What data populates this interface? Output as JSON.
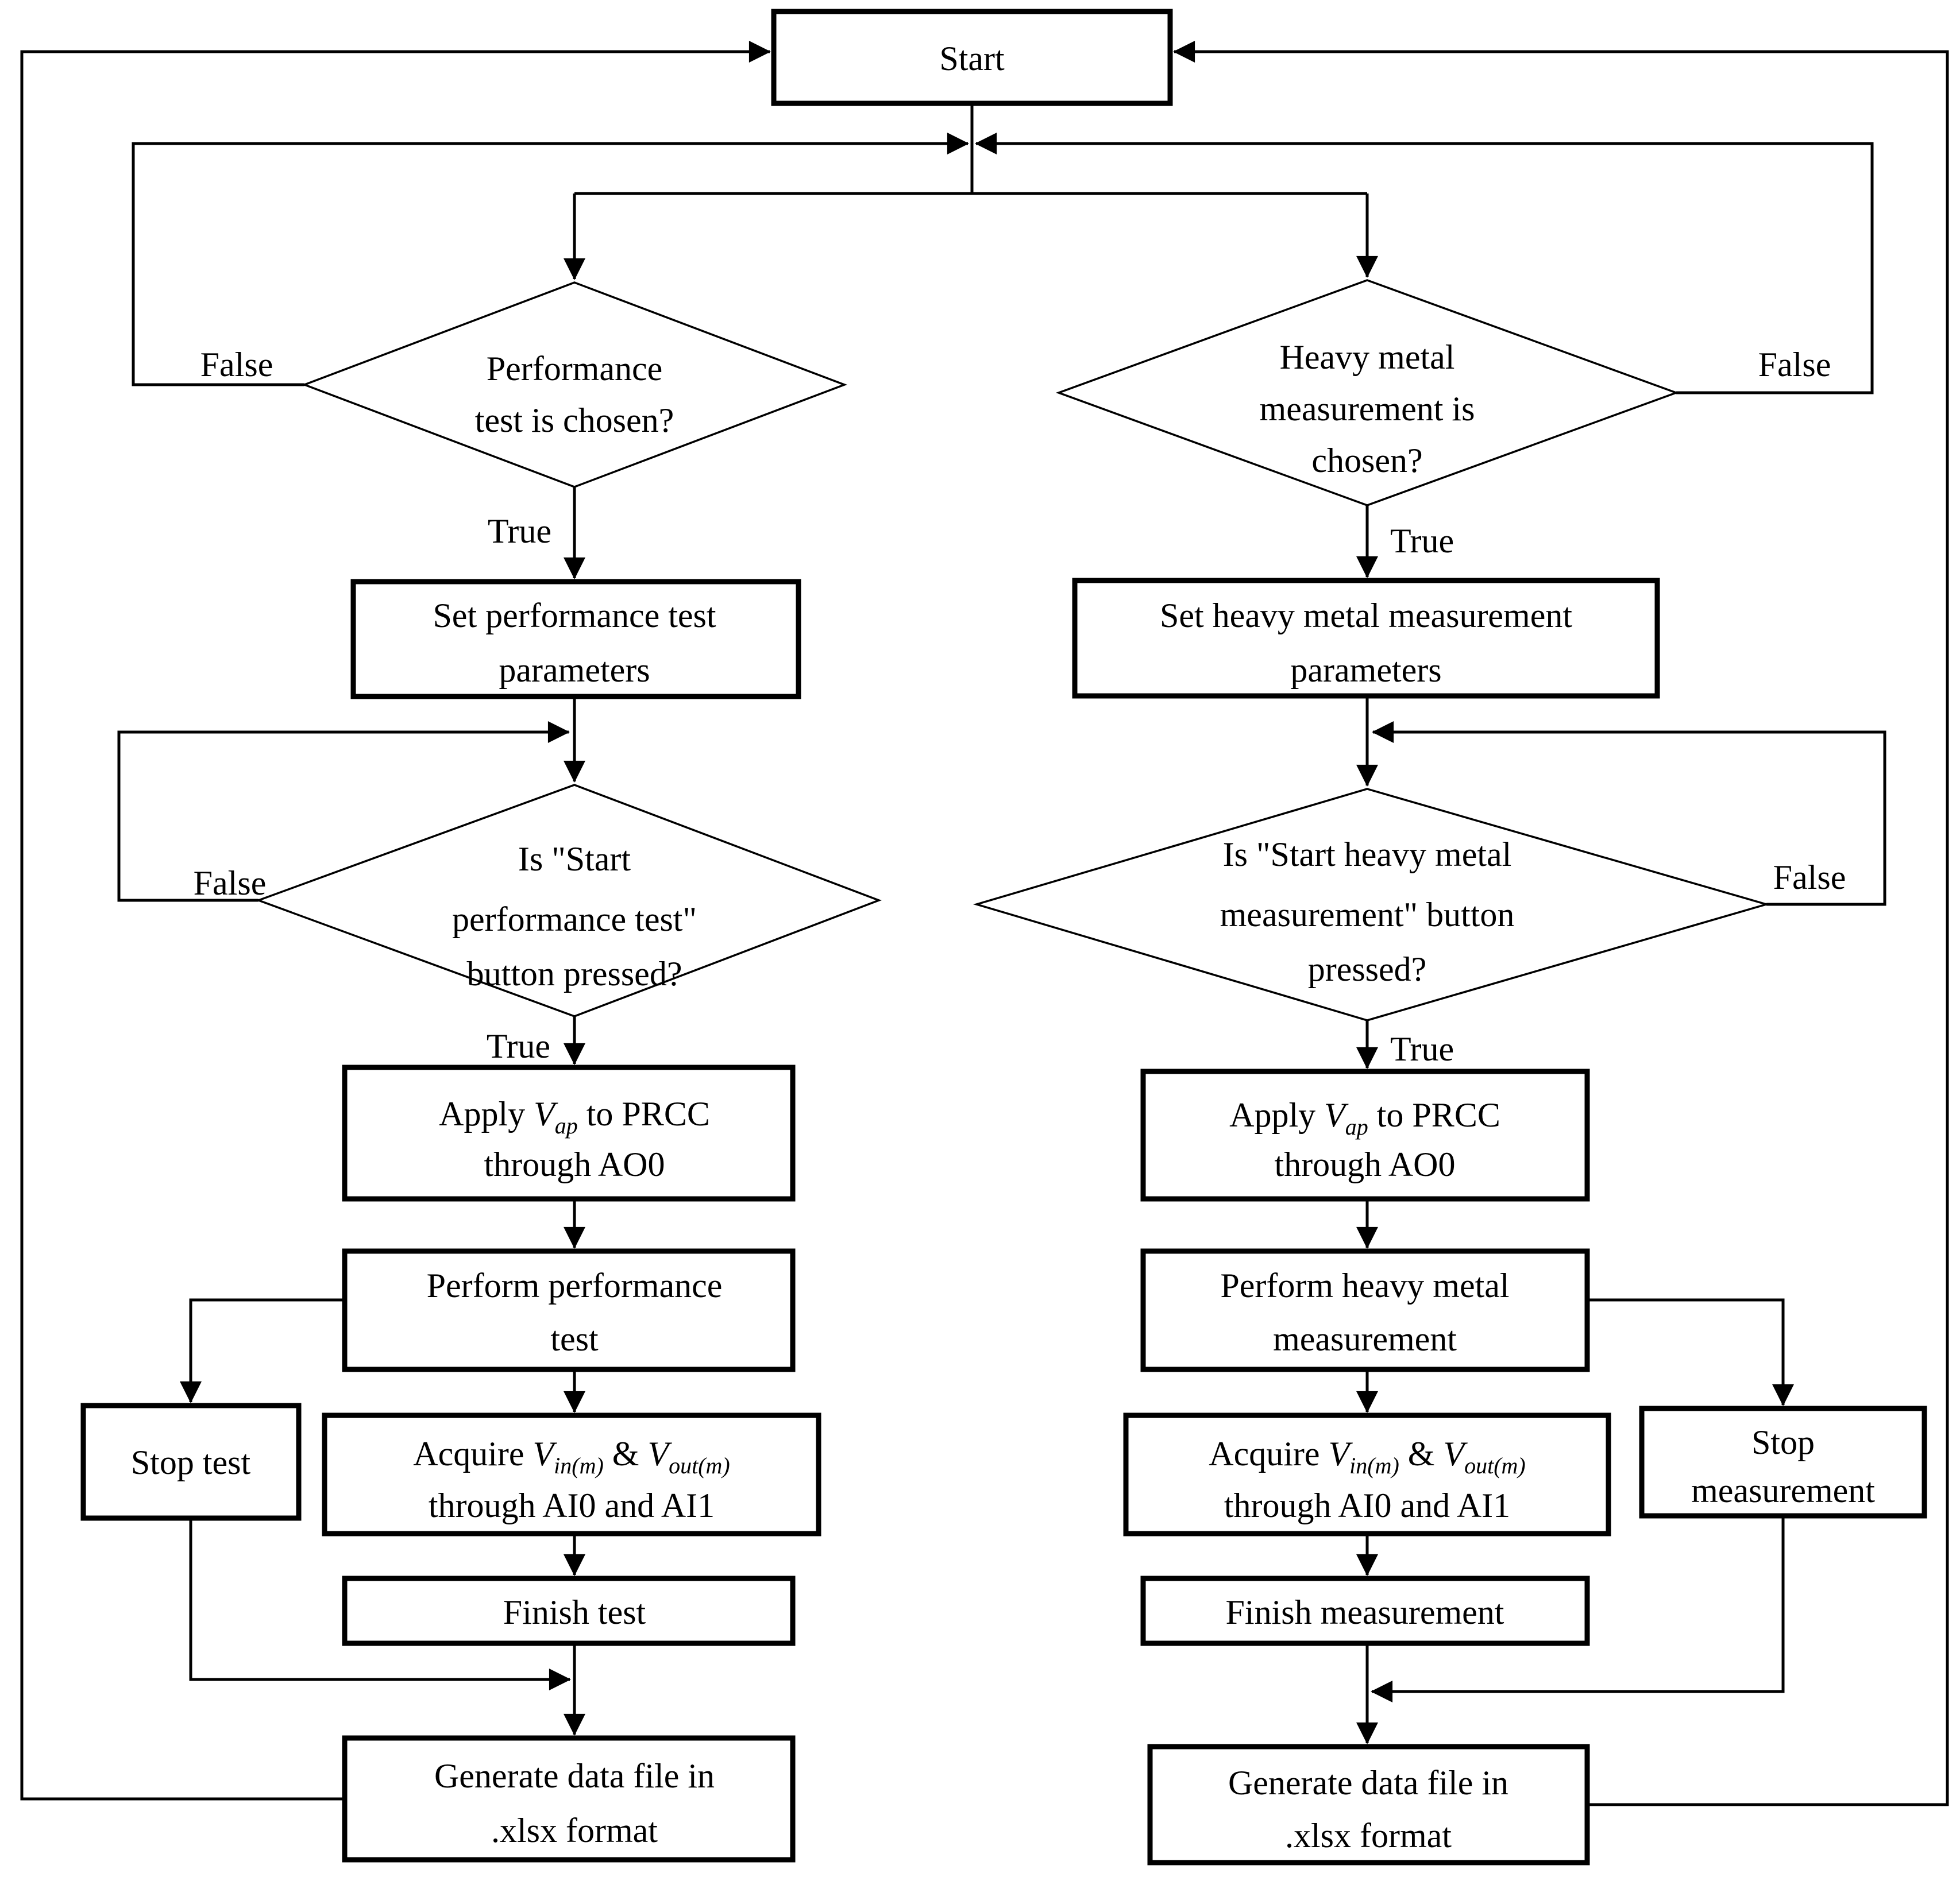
{
  "title": "Dual-branch measurement flowchart",
  "colors": {
    "ink": "#000000",
    "background": "#ffffff"
  },
  "labels": {
    "true": "True",
    "false": "False"
  },
  "start": "Start",
  "left": {
    "decision1": {
      "line1": "Performance",
      "line2": "test is chosen?"
    },
    "set_params": {
      "line1": "Set performance test",
      "line2": "parameters"
    },
    "decision2": {
      "line1": "Is \"Start",
      "line2": "performance test\"",
      "line3": "button pressed?"
    },
    "apply": {
      "pre": "Apply ",
      "v": "V",
      "sub": "ap",
      "post": " to PRCC",
      "line2": "through AO0"
    },
    "perform": {
      "line1": "Perform performance",
      "line2": "test"
    },
    "stop": {
      "line1": "Stop test"
    },
    "acquire": {
      "pre": "Acquire ",
      "v1": "V",
      "sub1": "in(m)",
      "mid": " & ",
      "v2": "V",
      "sub2": "out(m)",
      "line2": "through AI0 and AI1"
    },
    "finish": "Finish test",
    "generate": {
      "line1": "Generate data file in",
      "line2": ".xlsx format"
    }
  },
  "right": {
    "decision1": {
      "line1": "Heavy metal",
      "line2": "measurement is",
      "line3": "chosen?"
    },
    "set_params": {
      "line1": "Set heavy metal measurement",
      "line2": "parameters"
    },
    "decision2": {
      "line1": "Is \"Start heavy metal",
      "line2": "measurement\" button",
      "line3": "pressed?"
    },
    "apply": {
      "pre": "Apply ",
      "v": "V",
      "sub": "ap",
      "post": " to PRCC",
      "line2": "through AO0"
    },
    "perform": {
      "line1": "Perform heavy metal",
      "line2": "measurement"
    },
    "stop": {
      "line1": "Stop",
      "line2": "measurement"
    },
    "acquire": {
      "pre": "Acquire ",
      "v1": "V",
      "sub1": "in(m)",
      "mid": " & ",
      "v2": "V",
      "sub2": "out(m)",
      "line2": "through AI0 and AI1"
    },
    "finish": "Finish measurement",
    "generate": {
      "line1": "Generate data file in",
      "line2": ".xlsx format"
    }
  }
}
